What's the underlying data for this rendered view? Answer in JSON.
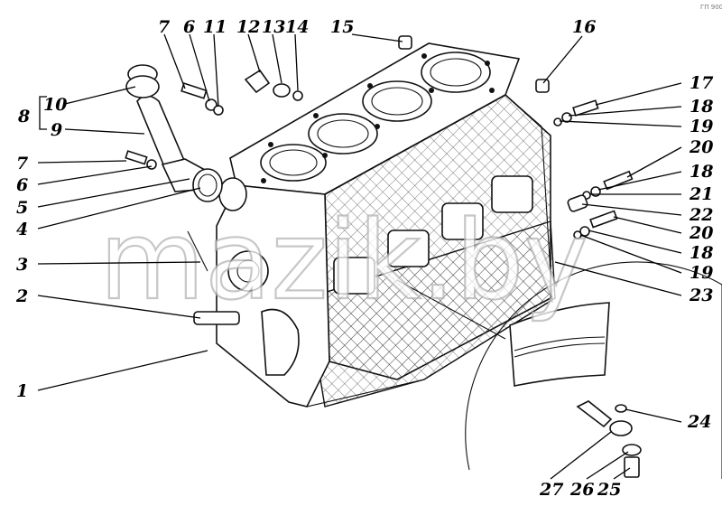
{
  "watermark": "mazik.by",
  "corner_mark": "ГП 900",
  "callouts": [
    {
      "n": "1"
    },
    {
      "n": "2"
    },
    {
      "n": "3"
    },
    {
      "n": "4"
    },
    {
      "n": "5"
    },
    {
      "n": "6"
    },
    {
      "n": "7"
    },
    {
      "n": "8"
    },
    {
      "n": "9"
    },
    {
      "n": "10"
    },
    {
      "n": "6"
    },
    {
      "n": "7"
    },
    {
      "n": "11"
    },
    {
      "n": "12"
    },
    {
      "n": "13"
    },
    {
      "n": "14"
    },
    {
      "n": "15"
    },
    {
      "n": "16"
    },
    {
      "n": "17"
    },
    {
      "n": "18"
    },
    {
      "n": "19"
    },
    {
      "n": "20"
    },
    {
      "n": "18"
    },
    {
      "n": "21"
    },
    {
      "n": "22"
    },
    {
      "n": "20"
    },
    {
      "n": "18"
    },
    {
      "n": "19"
    },
    {
      "n": "23"
    },
    {
      "n": "24"
    },
    {
      "n": "27"
    },
    {
      "n": "26"
    },
    {
      "n": "25"
    }
  ]
}
